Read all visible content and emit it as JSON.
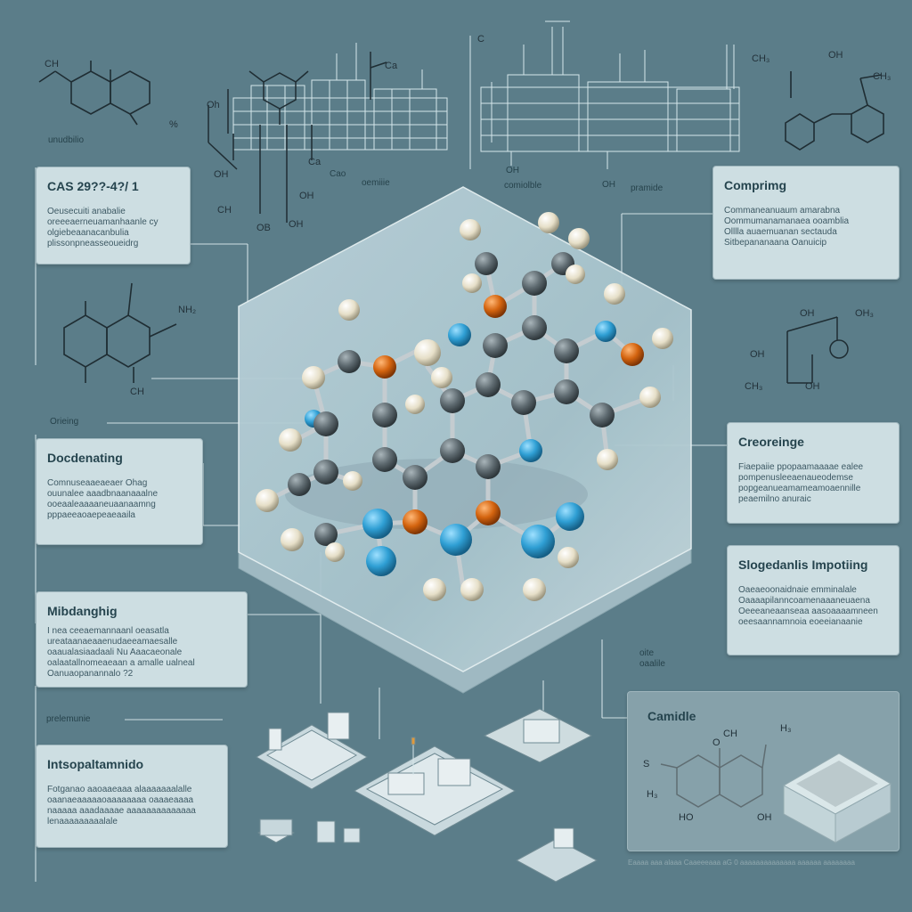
{
  "panels": {
    "cas": {
      "title": "CAS 29??-4?/ 1",
      "lines": [
        "Oeusecuiti anabalie",
        "oreeeaerneuamanhaanle cy",
        "olgiebeaanacanbulia",
        "plissonpneasseoueidrg"
      ]
    },
    "comp": {
      "title": "Comprimg",
      "lines": [
        "Commaneanuaum amarabna",
        "Oommumanamanaea ooamblia",
        "Olllla auaemuanan sectauda",
        "Sitbepananaana Oanuicip"
      ]
    },
    "deco": {
      "title": "Docdenating",
      "lines": [
        "Comnuseaaeaeaer Ohag",
        "ouunalee aaadbnaanaaalne",
        "ooeaaleaaaaneuaanaamng",
        "pppaeeaoaepeaeaaila"
      ]
    },
    "oreo": {
      "title": "Creoreinge",
      "lines": [
        "Fiaepaiie ppopaamaaaae ealee",
        "pompenusleeaenaueodemse",
        "popgeanueamameamoaennille",
        "peaemilno anuraic"
      ]
    },
    "mib": {
      "title": "Mibdanghig",
      "lines": [
        "I nea ceeaemannaanl oeasatla",
        "ureataanaeaaenudaeeamaesalle",
        "oaaualasiaadaali Nu Aaacaeonale",
        "oalaatallnomeaeaan a amalle ualneal",
        "Oanuaopanannalo  ?2"
      ]
    },
    "slog": {
      "title": "Slogedanlis Impotiing",
      "lines": [
        "Oaeaeoonaidnaie emminalale",
        "Oaaaapilanncoamenaaaneuaena",
        "Oeeeaneaanseaa aasoaaaamneen",
        "oeesaannamnoia eoeeianaanie"
      ]
    },
    "intro": {
      "title": "Intsopaltamnido",
      "lines": [
        "Fotganao aaoaaeaaa alaaaaaaalalle",
        "oaanaeaaaaaoaaaaaaaa oaaaeaaaa",
        "naaaaa aaadaaaae aaaaaaaaaaaaaa",
        "lenaaaaaaaaalale"
      ]
    },
    "cam": {
      "title": "Camidle"
    }
  },
  "labels": {
    "unudbilo": "unudbilio",
    "oreinig": "Orieing",
    "preminole": "prelemunie",
    "caro": "Cao",
    "oemitio": "oemiiie",
    "comioble": "comiolble",
    "pramide": "pramide",
    "oh_a": "OH",
    "oh_b": "OH",
    "dot1": "oite",
    "dot2": "oaalile"
  },
  "formulas": {
    "ch3_top_left": "CH",
    "oh_tl1": "Oh",
    "oh_tl2": "OH",
    "oh_tl3": "CH",
    "oh_tl4": "OH",
    "oh_tl5": "OH",
    "oh_tl6": "OB",
    "oh_tl7": "Ca",
    "oh_tl8": "Ca",
    "pct": "%",
    "ch3_tr": "CH₃",
    "oh_tr": "OH",
    "ch_tr2": "CH₃",
    "nh2": "NH₂",
    "ch_left_bottom": "CH",
    "oh_right1": "OH",
    "oh_right2": "OH₃",
    "o4": "OH",
    "ch3_right": "CH₃",
    "oh_right3": "OH",
    "c_top": "C",
    "ch3_cam": "CH",
    "h3_cam": "H₃",
    "ss_cam": "S",
    "h3_cam2": "H₃",
    "ho_cam": "HO",
    "oh_cam": "OH",
    "o_cam": "O"
  },
  "footer": "Eaaaa aaa alaaa Caaeeeaaa aG 0 aaaaaaaaaaaaaa aaaaaa aaaaaaaa",
  "colors": {
    "background": "#5b7d89",
    "carbon": "#5e6a70",
    "hydrogen": "#ece6d2",
    "nitrogen": "#2f9fd4",
    "oxygen": "#d4640f",
    "panel": "#d6e5e8"
  }
}
